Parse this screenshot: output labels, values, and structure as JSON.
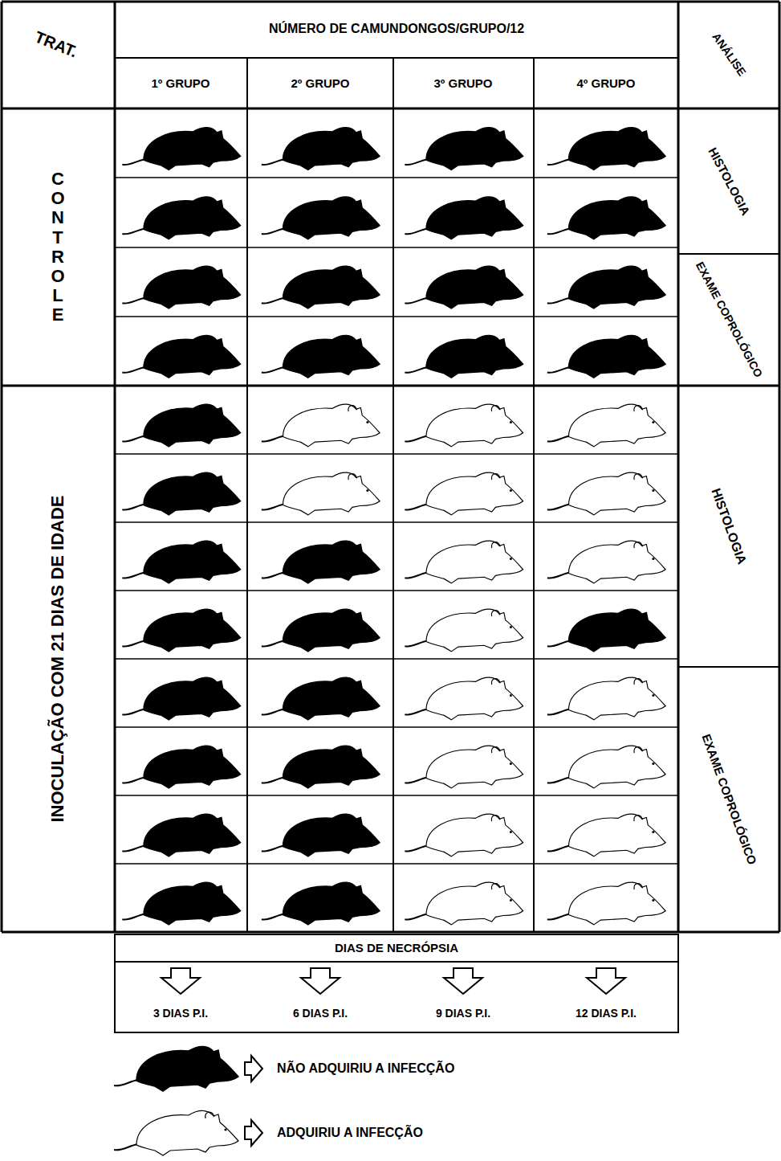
{
  "diagram": {
    "labels": [
      "TRAT.",
      "NÚMERO DE CAMUNDONGOS/GRUPO/12",
      "ANÁLISE",
      "1º GRUPO",
      "2º GRUPO",
      "3º GRUPO",
      "4º GRUPO",
      "CONTROLE",
      "HISTOLOGIA",
      "EXAME COPROLÓGICO",
      "INOCULAÇÃO COM 21 DIAS DE IDADE",
      "HISTOLOGIA",
      "EXAME COPROLÓGICO",
      "DIAS DE NECRÓPSIA",
      "3 DIAS P.I.",
      "6 DIAS P.I.",
      "9 DIAS P.I.",
      "12 DIAS P.I."
    ],
    "legend": [
      {
        "text": "NÃO ADQUIRIU A INFECÇÃO"
      },
      {
        "text": "ADQUIRIU A INFECÇÃO"
      }
    ]
  }
}
